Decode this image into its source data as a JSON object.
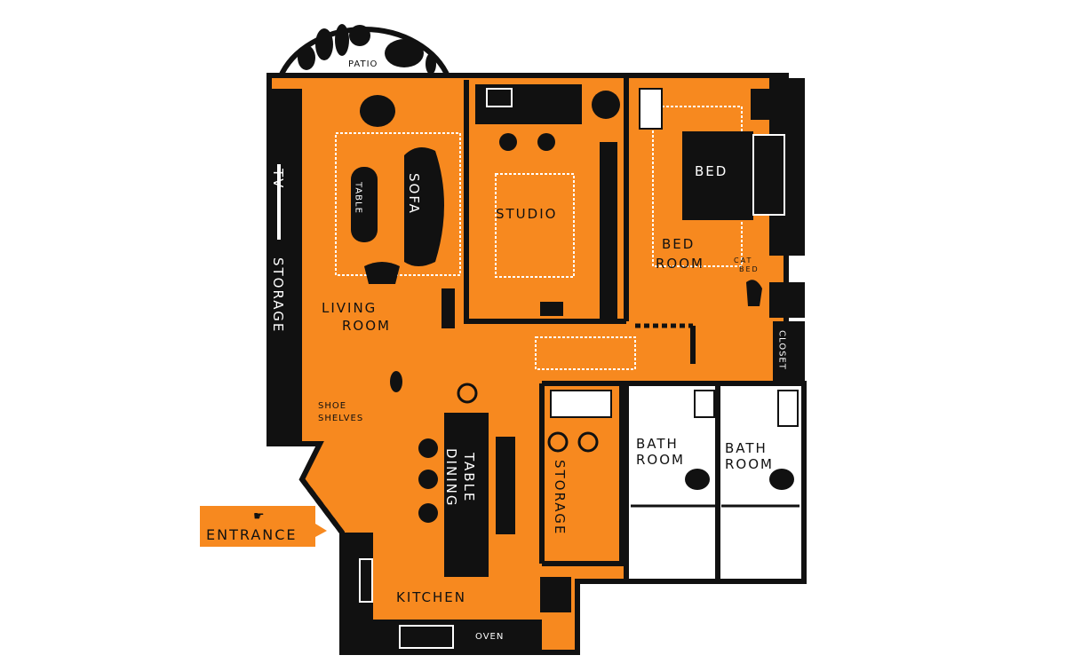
{
  "colors": {
    "floor": "#F7891F",
    "wall": "#111111",
    "bath": "#FFFFFF"
  },
  "labels": {
    "patio": "PATIO",
    "tv": "TV",
    "storage_left": "STORAGE",
    "table": "TABLE",
    "sofa": "SOFA",
    "studio": "STUDIO",
    "bed": "BED",
    "bedroom_1": "BED",
    "bedroom_2": "ROOM",
    "cat_bed_1": "CAT",
    "cat_bed_2": "BED",
    "living_1": "LIVING",
    "living_2": "ROOM",
    "shoe_1": "SHOE",
    "shoe_2": "SHELVES",
    "closet": "CLOSET",
    "dining_1": "DINING",
    "dining_2": "TABLE",
    "storage_mid": "STORAGE",
    "bath1_1": "BATH",
    "bath1_2": "ROOM",
    "bath2_1": "BATH",
    "bath2_2": "ROOM",
    "entrance": "ENTRANCE",
    "kitchen": "KITCHEN",
    "oven": "OVEN"
  }
}
